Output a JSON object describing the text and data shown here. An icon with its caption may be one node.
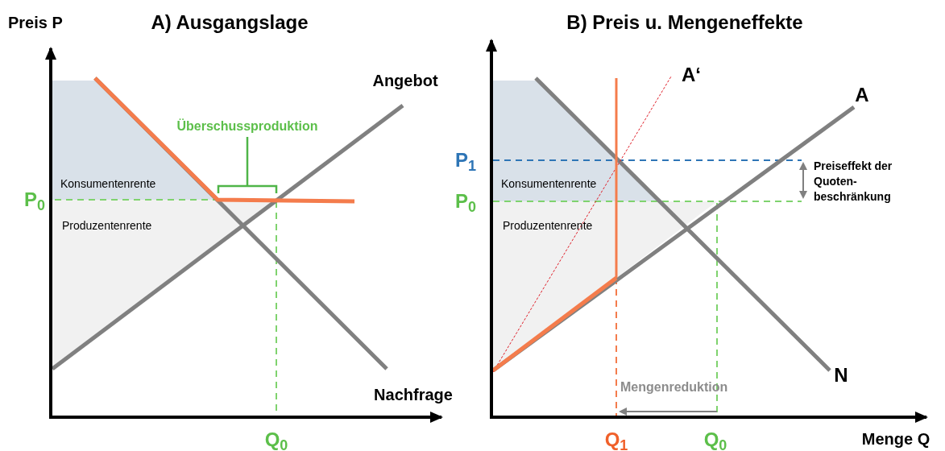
{
  "diagram": {
    "labels": [
      "Preis P",
      "A) Ausgangslage",
      "B) Preis u. Mengeneffekte",
      "Angebot",
      "Überschussproduktion",
      "Konsumentenrente",
      "P$_{0}$",
      "Produzentenrente",
      "Nachfrage",
      "Q$_{0}$",
      "A‘",
      "A",
      "P$_{1}$",
      "Konsumentenrente",
      "P$_{0}$",
      "Produzentenrente",
      "Preiseffekt der Quoten- beschränkung",
      "N",
      "Mengenreduktion",
      "Q$_{1}$",
      "Q$_{0}$",
      "Menge Q"
    ]
  }
}
